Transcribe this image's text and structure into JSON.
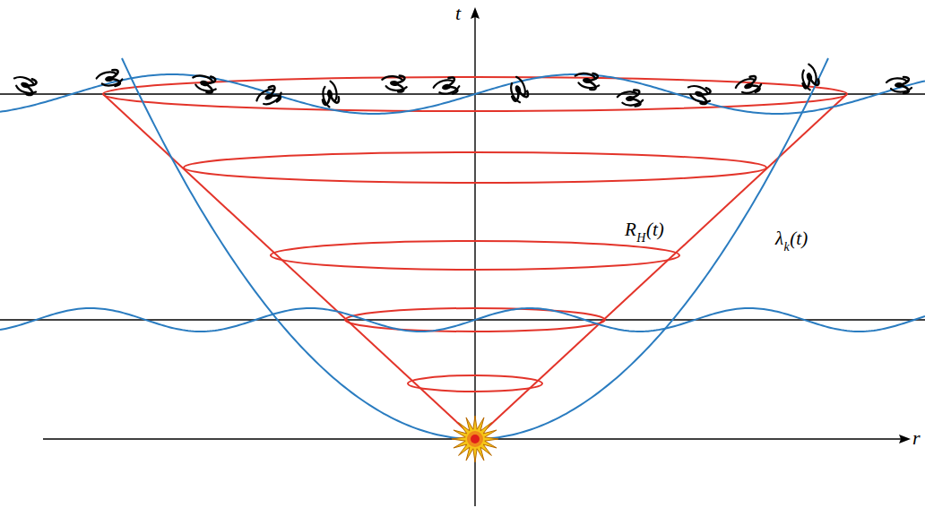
{
  "diagram": {
    "labels": [
      "t",
      "r",
      "R",
      "H",
      "(t)",
      "λ",
      "k",
      "(t)"
    ]
  }
}
